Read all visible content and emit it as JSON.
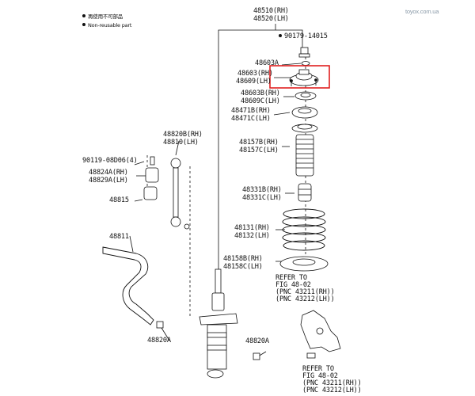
{
  "watermark": "toyox.com.ua",
  "legend": {
    "line1": "再使用不可部品",
    "line2": "Non-reusable part"
  },
  "labels": {
    "assy_rh": "48510(RH)",
    "assy_lh": "48520(LH)",
    "nut": "90179-14015",
    "p48603a_top": "48603A",
    "p48603_rh": "48603(RH)",
    "p48609_lh": "48609(LH)",
    "p48603b_rh": "48603B(RH)",
    "p48609c_lh": "48609C(LH)",
    "p48471b_rh": "48471B(RH)",
    "p48471c_lh": "48471C(LH)",
    "p48157b_rh": "48157B(RH)",
    "p48157c_lh": "48157C(LH)",
    "p48331b_rh": "48331B(RH)",
    "p48331c_lh": "48331C(LH)",
    "p48131_rh": "48131(RH)",
    "p48132_lh": "48132(LH)",
    "p48158b_rh": "48158B(RH)",
    "p48158c_lh": "48158C(LH)",
    "p48820b_rh": "48820B(RH)",
    "p48810_lh": "48810(LH)",
    "bolt": "90119-08D06(4)",
    "p48824a_rh": "48824A(RH)",
    "p48829a_lh": "48829A(LH)",
    "p48815": "48815",
    "p48811": "48811",
    "p48820a_left": "48820A",
    "p48820a_right": "48820A"
  },
  "refs": {
    "ref1": [
      "REFER TO",
      "FIG 48-02",
      "(PNC 43211(RH))",
      "(PNC 43212(LH))"
    ],
    "ref2": [
      "REFER TO",
      "FIG 48-02",
      "(PNC 43211(RH))",
      "(PNC 43212(LH))"
    ]
  },
  "highlight_color": "#e02020"
}
